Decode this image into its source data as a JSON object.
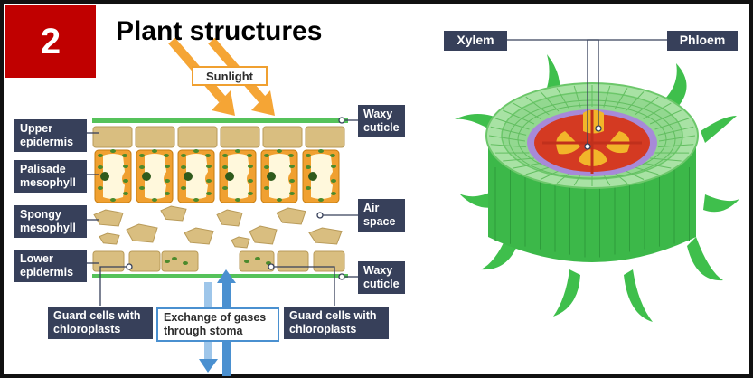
{
  "badge": {
    "number": "2"
  },
  "title": "Plant structures",
  "leaf": {
    "sunlight_label": "Sunlight",
    "gas_label": "Exchange of gases\nthrough stoma",
    "labels": {
      "upper_epidermis": "Upper\nepidermis",
      "palisade": "Palisade\nmesophyll",
      "spongy": "Spongy\nmesophyll",
      "lower_epidermis": "Lower\nepidermis",
      "waxy_top": "Waxy\ncuticle",
      "air_space": "Air\nspace",
      "waxy_bottom": "Waxy\ncuticle",
      "guard_left": "Guard cells with\nchloroplasts",
      "guard_right": "Guard cells with\nchloroplasts"
    }
  },
  "stem": {
    "xylem_label": "Xylem",
    "phloem_label": "Phloem"
  },
  "colors": {
    "badge_red": "#c00000",
    "label_bg": "#37405a",
    "cuticle_green": "#55c25a",
    "epidermis_tan": "#d9be80",
    "palisade_orange": "#f0a030",
    "chloroplast_green": "#4c8a2c",
    "sunlight_orange": "#f5a535",
    "gas_blue": "#4a90d0",
    "stem_green": "#3fbf4c",
    "xylem_red": "#d43a22",
    "phloem_purple": "#a78ad8",
    "pith_yellow": "#f2b52a"
  }
}
